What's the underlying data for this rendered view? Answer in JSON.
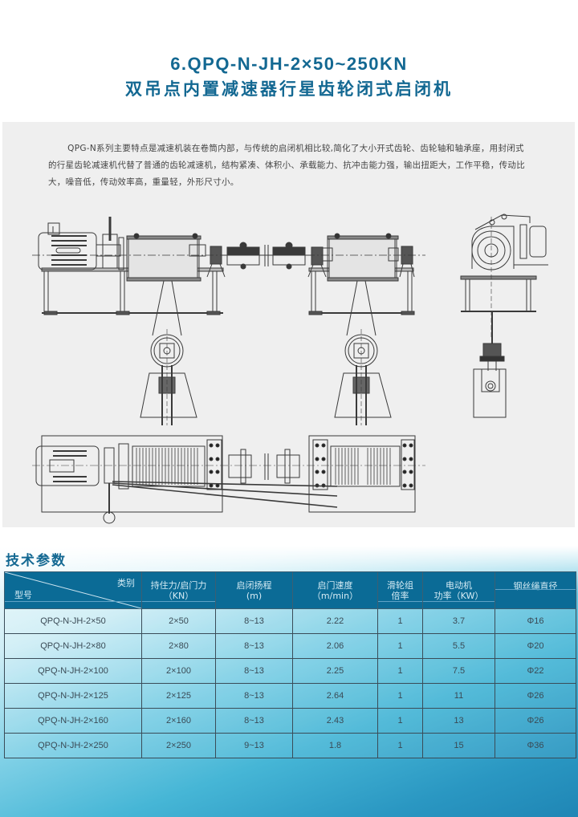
{
  "header": {
    "title_line1": "6.QPQ-N-JH-2×50~250KN",
    "title_line2": "双吊点内置减速器行星齿轮闭式启闭机"
  },
  "intro": {
    "text": "QPG-N系列主要特点是减速机装在卷筒内部，与传统的启闭机相比较,简化了大小开式齿轮、齿轮轴和轴承座，用封闭式的行星齿轮减速机代替了普通的齿轮减速机，结构紧凑、体积小、承载能力、抗冲击能力强，输出扭距大，工作平稳，传动比大，噪音低，传动效率高，重量轻，外形尺寸小。"
  },
  "drawing": {
    "views": [
      "front-elevation-view",
      "side-view",
      "plan-view"
    ],
    "line_color": "#3a3a3a",
    "background": "#efefef"
  },
  "specs": {
    "section_title": "技术参数",
    "header_color": "#0b6b96",
    "corner_header": {
      "top_label": "类别",
      "bottom_label": "型号"
    },
    "columns": [
      {
        "line1": "持住力/启门力",
        "line2": "（KN）"
      },
      {
        "line1": "启闭扬程",
        "line2": "(m)"
      },
      {
        "line1": "启门速度",
        "line2": "（m/min）"
      },
      {
        "line1": "滑轮组",
        "line2": "倍率"
      },
      {
        "line1": "电动机",
        "line2": "功率（KW）"
      },
      {
        "line1": "钢丝绳直径",
        "line2": ""
      }
    ],
    "rows": [
      {
        "model": "QPQ-N-JH-2×50",
        "force": "2×50",
        "lift": "8~13",
        "speed": "2.22",
        "ratio": "1",
        "power": "3.7",
        "rope": "Φ16"
      },
      {
        "model": "QPQ-N-JH-2×80",
        "force": "2×80",
        "lift": "8~13",
        "speed": "2.06",
        "ratio": "1",
        "power": "5.5",
        "rope": "Φ20"
      },
      {
        "model": "QPQ-N-JH-2×100",
        "force": "2×100",
        "lift": "8~13",
        "speed": "2.25",
        "ratio": "1",
        "power": "7.5",
        "rope": "Φ22"
      },
      {
        "model": "QPQ-N-JH-2×125",
        "force": "2×125",
        "lift": "8~13",
        "speed": "2.64",
        "ratio": "1",
        "power": "11",
        "rope": "Φ26"
      },
      {
        "model": "QPQ-N-JH-2×160",
        "force": "2×160",
        "lift": "8~13",
        "speed": "2.43",
        "ratio": "1",
        "power": "13",
        "rope": "Φ26"
      },
      {
        "model": "QPQ-N-JH-2×250",
        "force": "2×250",
        "lift": "9~13",
        "speed": "1.8",
        "ratio": "1",
        "power": "15",
        "rope": "Φ36"
      }
    ]
  }
}
